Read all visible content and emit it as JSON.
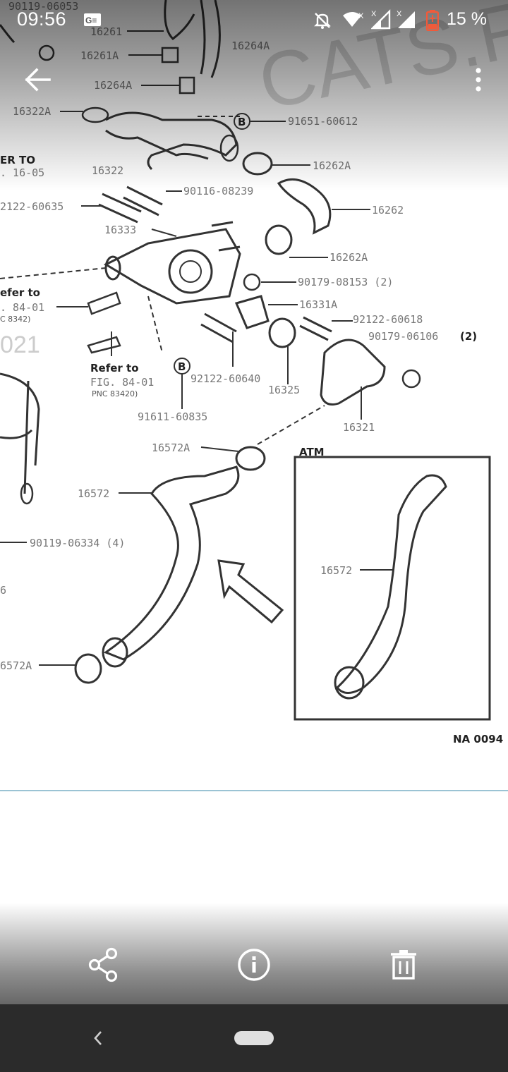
{
  "status_bar": {
    "time": "09:56",
    "battery_percent": "15 %",
    "icons": [
      "gmail-icon",
      "mute-icon",
      "wifi-icon",
      "signal-icon",
      "signal-icon",
      "battery-low-icon"
    ]
  },
  "app_bar": {
    "back_icon": "arrow-left-icon",
    "menu_icon": "more-vert-icon"
  },
  "diagram": {
    "watermark": "CATS.RU",
    "labels": {
      "l90119_06053": "90119-06053",
      "l16261": "16261",
      "l16261A": "16261A",
      "l16264A_a": "16264A",
      "l16264A_b": "16264A",
      "l16322A": "16322A",
      "l91651_60612": "91651-60612",
      "l_refer_top": "ER TO",
      "l_fig_top": ". 16-05",
      "l16322": "16322",
      "l16262A_a": "16262A",
      "l90116_08239": "90116-08239",
      "l92122_60635": "2122-60635",
      "l16262": "16262",
      "l16333": "16333",
      "l16262A_b": "16262A",
      "l90179_08153": "90179-08153 (2)",
      "l_refer_left": "efer to",
      "l_fig_left": ". 84-01",
      "l_pnc_left": "C 8342)",
      "l16331A": "16331A",
      "l92122_60618": "92122-60618",
      "l90179_06106": "90179-06106",
      "l_2": "(2)",
      "l_021": "021",
      "l_refer_mid": "Refer to",
      "l_fig_mid": "FIG. 84-01",
      "l_pnc_mid": "PNC 83420)",
      "l92122_60640": "92122-60640",
      "l16325": "16325",
      "l16321": "16321",
      "l91611_60835": "91611-60835",
      "l16572A_a": "16572A",
      "l_atm": "ATM",
      "l16572_a": "16572",
      "l90119_06334": "90119-06334 (4)",
      "l_6": "6",
      "l16572_b": "16572",
      "l16572A_b": "6572A",
      "l_na": "NA 0094",
      "l_b1": "B",
      "l_b2": "B"
    }
  },
  "action_bar": {
    "share_icon": "share-icon",
    "info_icon": "info-icon",
    "delete_icon": "trash-icon"
  },
  "nav_bar": {
    "back_icon": "nav-back-icon",
    "home_icon": "home-pill-icon"
  }
}
